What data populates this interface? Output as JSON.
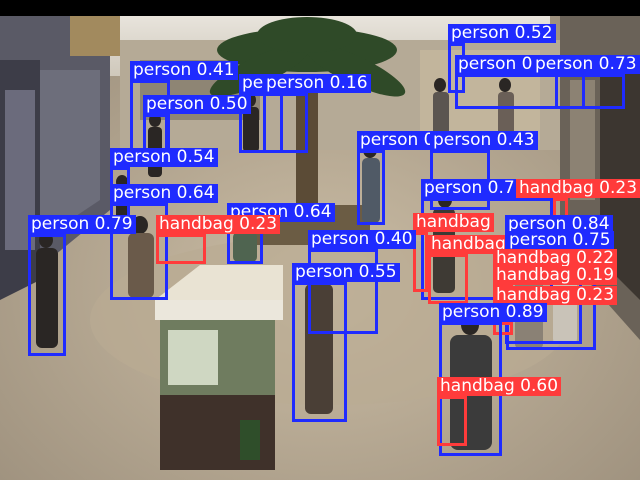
{
  "colors": {
    "person": "#1f2bff",
    "handbag": "#ff3b3b"
  },
  "detections": [
    {
      "label": "person 0.52",
      "cls": "person"
    },
    {
      "label": "person 0.75",
      "cls": "person"
    },
    {
      "label": "person 0.73",
      "cls": "person"
    },
    {
      "label": "person 0.41",
      "cls": "person"
    },
    {
      "label": "person 0.45",
      "cls": "person"
    },
    {
      "label": "person 0.16",
      "cls": "person"
    },
    {
      "label": "person 0.50",
      "cls": "person"
    },
    {
      "label": "person 0.67",
      "cls": "person"
    },
    {
      "label": "person 0.43",
      "cls": "person"
    },
    {
      "label": "person 0.54",
      "cls": "person"
    },
    {
      "label": "person 0.77",
      "cls": "person"
    },
    {
      "label": "handbag 0.23",
      "cls": "handbag"
    },
    {
      "label": "person 0.64",
      "cls": "person"
    },
    {
      "label": "person 0.64",
      "cls": "person"
    },
    {
      "label": "person 0.79",
      "cls": "person"
    },
    {
      "label": "handbag 0.23",
      "cls": "handbag"
    },
    {
      "label": "handbag",
      "cls": "handbag"
    },
    {
      "label": "handbag",
      "cls": "handbag"
    },
    {
      "label": "person 0.84",
      "cls": "person"
    },
    {
      "label": "person 0.75",
      "cls": "person"
    },
    {
      "label": "person 0.40",
      "cls": "person"
    },
    {
      "label": "handbag 0.22",
      "cls": "handbag"
    },
    {
      "label": "handbag 0.19",
      "cls": "handbag"
    },
    {
      "label": "handbag 0.23",
      "cls": "handbag"
    },
    {
      "label": "person 0.55",
      "cls": "person"
    },
    {
      "label": "person 0.89",
      "cls": "person"
    },
    {
      "label": "handbag 0.60",
      "cls": "handbag"
    }
  ]
}
